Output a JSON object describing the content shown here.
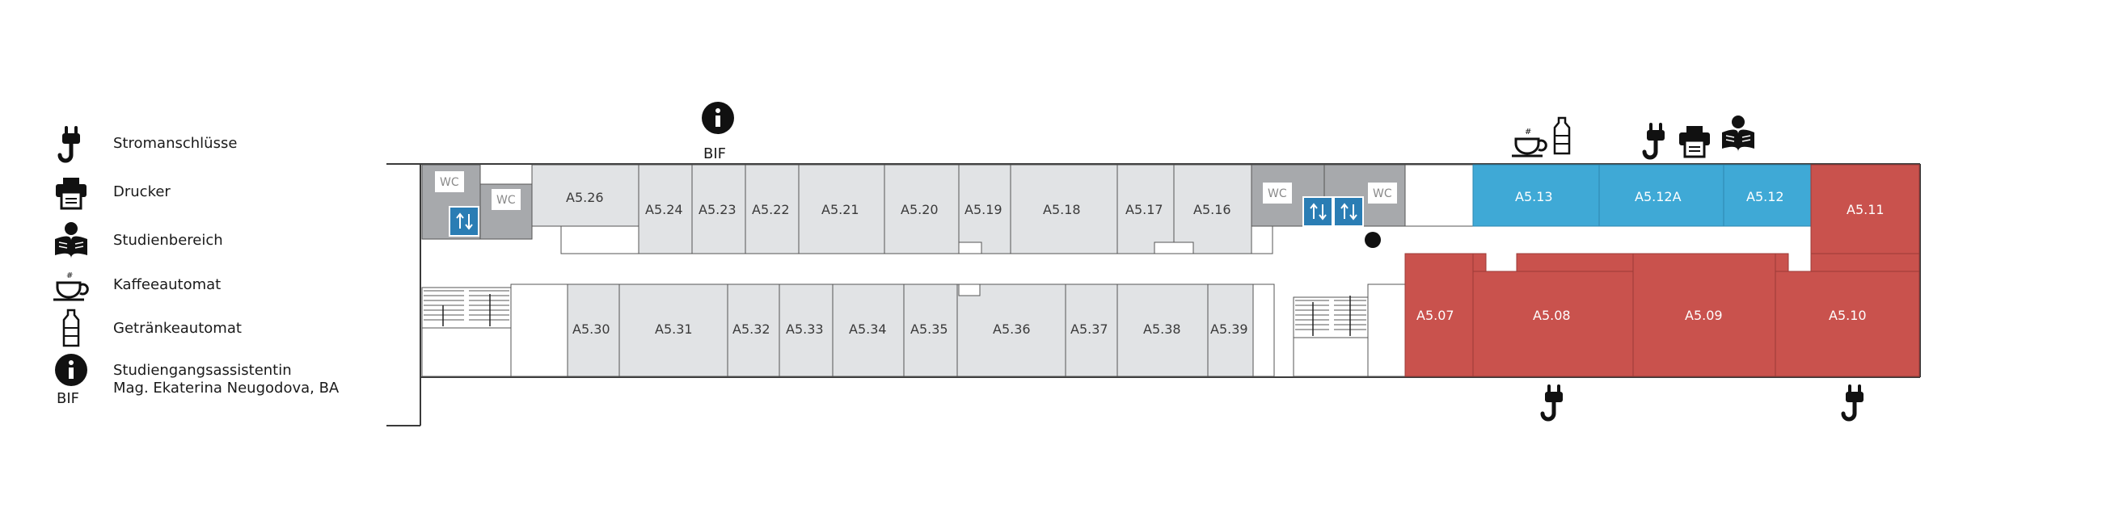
{
  "legend": {
    "items": [
      {
        "icon": "power-outlet-icon",
        "label": "Stromanschlüsse"
      },
      {
        "icon": "printer-icon",
        "label": "Drucker"
      },
      {
        "icon": "study-area-icon",
        "label": "Studienbereich"
      },
      {
        "icon": "coffee-machine-icon",
        "label": "Kaffeeautomat"
      },
      {
        "icon": "drink-machine-icon",
        "label": "Getränkeautomat"
      }
    ],
    "info_title": "Studiengangsassistentin",
    "info_person": "Mag. Ekaterina Neugodova, BA",
    "info_badge": "BIF"
  },
  "map_markers": {
    "info_label": "BIF"
  },
  "wc_label": "WC",
  "colors": {
    "room_grey": "#e1e3e5",
    "service_grey": "#a7a9ac",
    "blue": "#3fa9d6",
    "red": "#c9524d",
    "wall": "#3a3a3a",
    "lift_blue": "#2a7db4"
  },
  "rooms": {
    "north": [
      "A5.26",
      "A5.24",
      "A5.23",
      "A5.22",
      "A5.21",
      "A5.20",
      "A5.19",
      "A5.18",
      "A5.17",
      "A5.16"
    ],
    "south": [
      "A5.30",
      "A5.31",
      "A5.32",
      "A5.33",
      "A5.34",
      "A5.35",
      "A5.36",
      "A5.37",
      "A5.38",
      "A5.39"
    ],
    "blue": [
      "A5.13",
      "A5.12A",
      "A5.12"
    ],
    "red": [
      "A5.11",
      "A5.07",
      "A5.08",
      "A5.09",
      "A5.10"
    ]
  }
}
